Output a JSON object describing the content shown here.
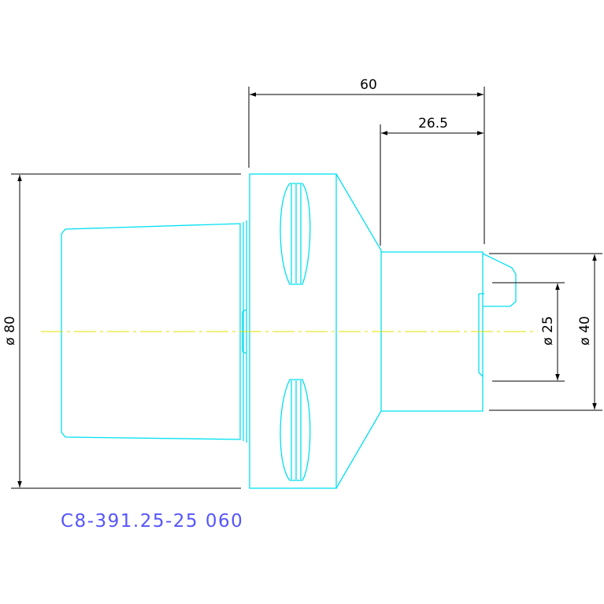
{
  "colors": {
    "part": "#00e0f0",
    "dimension": "#000000",
    "centerline": "#e0e000",
    "label": "#5555ff"
  },
  "dimensions": {
    "overall_length": "60",
    "shank_length": "26.5",
    "flange_diameter": "ø 80",
    "bore_diameter": "ø 25",
    "shank_diameter": "ø 40"
  },
  "part_number": "C8-391.25-25 060"
}
